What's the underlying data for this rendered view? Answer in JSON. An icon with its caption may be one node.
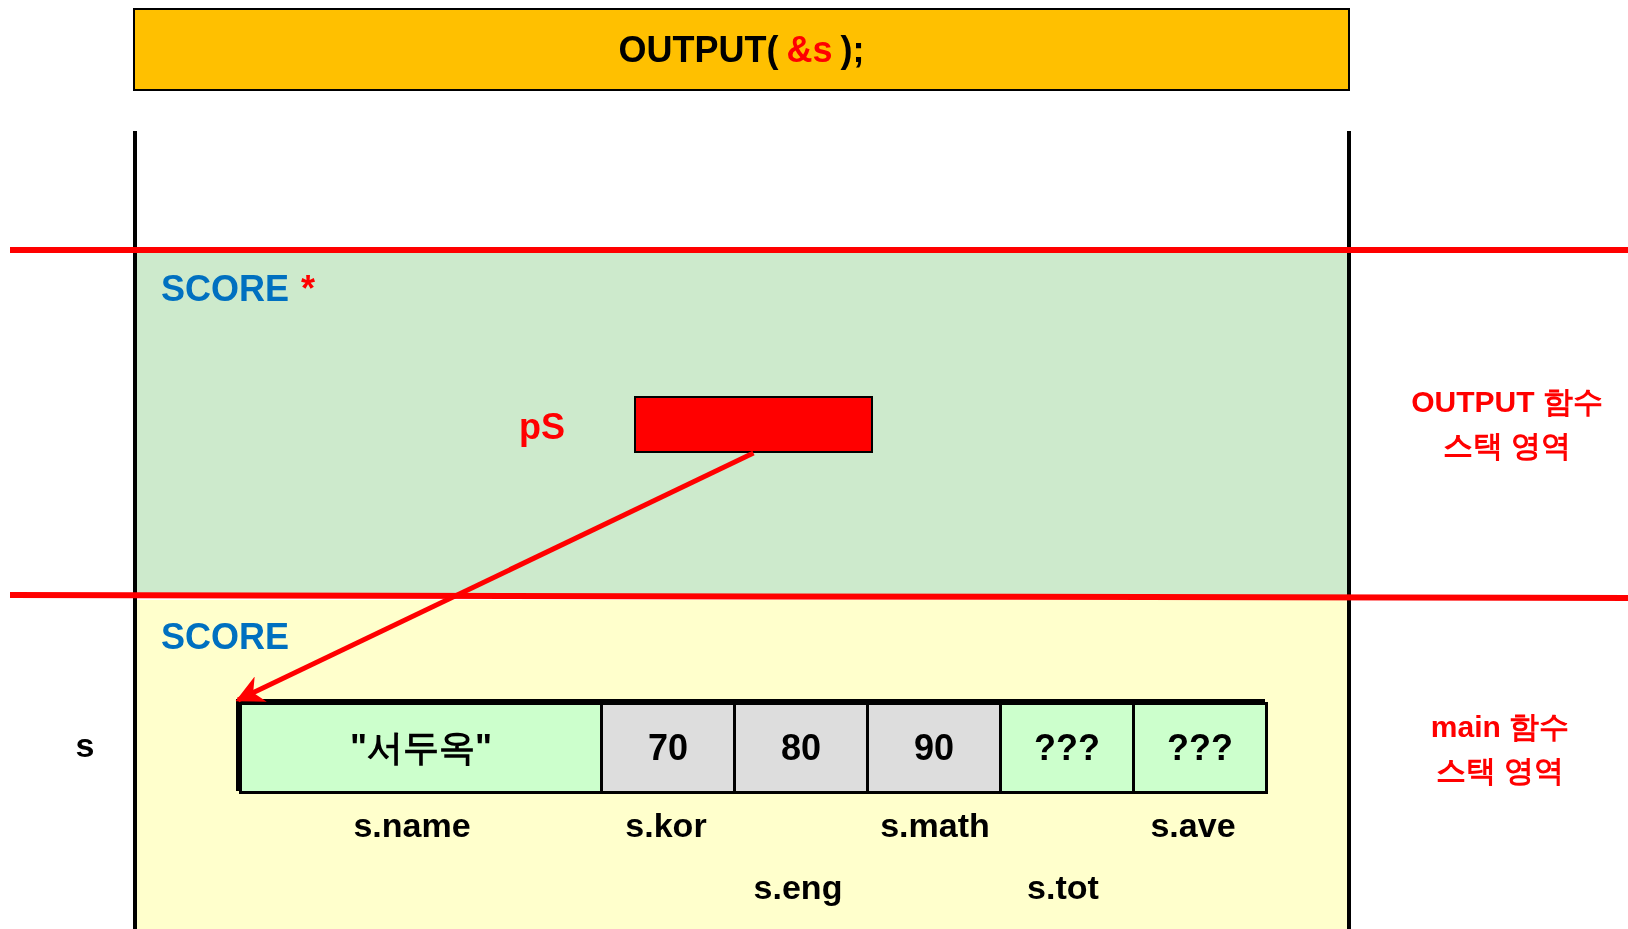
{
  "diagram": {
    "nodes": [
      {
        "text": [
          "OUTPUT(",
          "&s",
          ");"
        ]
      },
      {
        "text": [
          "SCORE",
          "*"
        ]
      },
      {
        "text": [],
        "shape": "box",
        "in": 1,
        "beside": [
          "pS"
        ]
      },
      {
        "text": [
          "SCORE"
        ]
      },
      {
        "text": [],
        "shape": "box",
        "in": 3
      },
      {
        "text": [
          "\"서두옥\""
        ],
        "in": 4
      },
      {
        "text": [
          "70"
        ],
        "in": 4
      },
      {
        "text": [
          "80"
        ],
        "in": 4
      },
      {
        "text": [
          "90"
        ],
        "in": 4
      },
      {
        "text": [
          "???"
        ],
        "in": 4
      },
      {
        "text": [
          "???"
        ],
        "in": 4
      }
    ],
    "edges": [
      {
        "from": 2,
        "to": 4,
        "arrow": "to",
        "color": "#ff0000"
      }
    ],
    "labels": [
      "s",
      "s.name",
      "s.kor",
      "s.math",
      "s.ave",
      "s.eng",
      "s.tot",
      "OUTPUT 함수 스택 영역",
      "main 함수 스택 영역"
    ]
  }
}
